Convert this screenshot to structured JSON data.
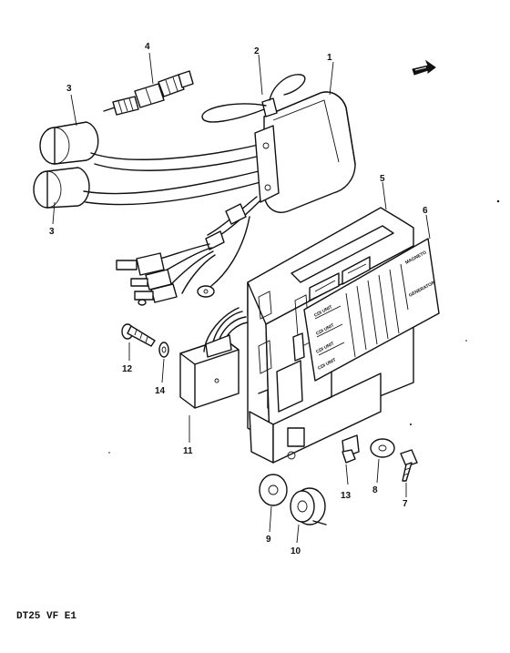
{
  "callouts": {
    "c1": "1",
    "c2": "2",
    "c3a": "3",
    "c3b": "3",
    "c4": "4",
    "c5": "5",
    "c6": "6",
    "c7": "7",
    "c8": "8",
    "c9": "9",
    "c10": "10",
    "c11": "11",
    "c12": "12",
    "c13": "13",
    "c14": "14"
  },
  "unit_labels": {
    "l1": "CDI UNIT",
    "l2": "CDI UNIT",
    "l3": "CDI UNIT",
    "l4": "CDI UNIT",
    "r1": "MAGNETO",
    "r2": "GENERATOR"
  },
  "footer": {
    "model_code": "DT25 VF E1"
  },
  "icons": [
    "direction-arrow-icon"
  ]
}
